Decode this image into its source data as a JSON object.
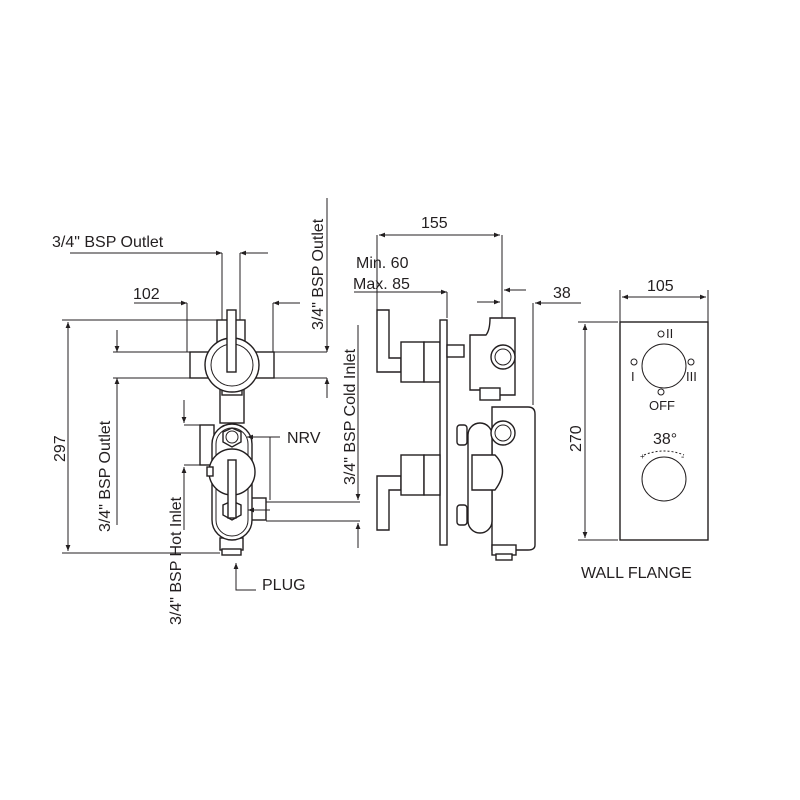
{
  "diagram": {
    "title": "Thermostatic concealed valve dimension drawing",
    "labels": {
      "outlet_top": "3/4\" BSP Outlet",
      "outlet_right": "3/4\" BSP Outlet",
      "outlet_left": "3/4\" BSP Outlet",
      "cold_inlet": "3/4\" BSP Cold Inlet",
      "hot_inlet": "3/4\" BSP Hot Inlet",
      "nrv": "NRV",
      "plug": "PLUG",
      "wall_flange": "WALL FLANGE",
      "min_depth": "Min. 60",
      "max_depth": "Max. 85"
    },
    "dimensions": {
      "width_front": "102",
      "height_front": "297",
      "depth_total": "155",
      "body_depth": "38",
      "flange_width": "105",
      "flange_height": "270"
    },
    "flange_markings": {
      "pos_1": "I",
      "pos_2": "II",
      "pos_3": "III",
      "off": "OFF",
      "temp": "38°",
      "plus": "+",
      "minus": "-"
    }
  }
}
